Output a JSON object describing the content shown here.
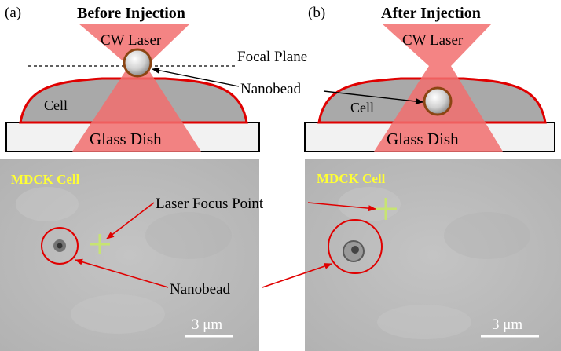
{
  "panel_a": {
    "letter": "(a)",
    "title": "Before Injection",
    "laser_label": "CW Laser",
    "cell_label": "Cell",
    "dish_label": "Glass Dish",
    "micro_label": "MDCK Cell",
    "scale_label": "3 μm"
  },
  "panel_b": {
    "letter": "(b)",
    "title": "After Injection",
    "laser_label": "CW Laser",
    "cell_label": "Cell",
    "dish_label": "Glass Dish",
    "micro_label": "MDCK Cell",
    "scale_label": "3 μm"
  },
  "shared": {
    "focal_plane": "Focal Plane",
    "nanobead_top": "Nanobead",
    "laser_focus": "Laser Focus Point",
    "nanobead_bottom": "Nanobead"
  },
  "colors": {
    "laser": "#f26f6f",
    "cell_outline": "#e00000",
    "cell_fill": "#a9a9a9",
    "bead_ring": "#8b4513",
    "micro_bg": "#bdbdbd",
    "annotation": "#e00000",
    "micro_text": "#ffff33"
  }
}
